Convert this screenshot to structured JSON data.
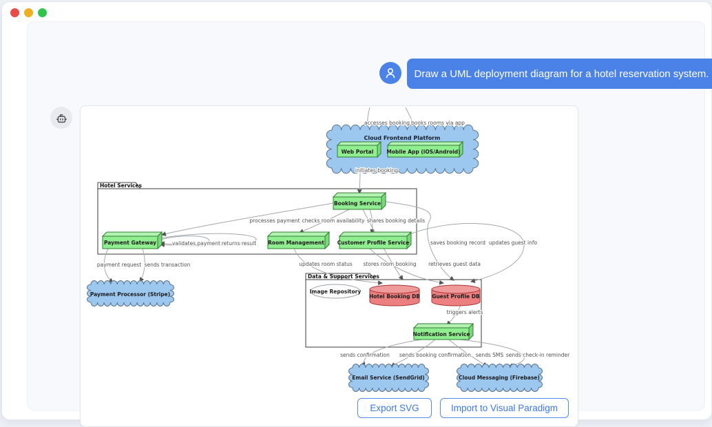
{
  "window": {
    "controls": [
      {
        "name": "close",
        "color": "#e94b47"
      },
      {
        "name": "minimize",
        "color": "#efaf22"
      },
      {
        "name": "zoom",
        "color": "#2fc54c"
      }
    ]
  },
  "chat": {
    "user_message": "Draw a UML deployment diagram for a hotel reservation system.",
    "user_avatar_icon": "person-icon",
    "assistant_avatar_icon": "robot-icon"
  },
  "actions": {
    "export_svg_label": "Export SVG",
    "import_vp_label": "Import to Visual Paradigm"
  },
  "colors": {
    "accent_blue": "#4a82e8",
    "node_green": "#90ee90",
    "node_green_border": "#2f7d31",
    "db_red": "#ec8080",
    "db_border": "#a93232",
    "cloud_blue": "#9cc7ee",
    "cloud_border": "#5d738d",
    "edge_gray": "#a3a7ac"
  },
  "diagram": {
    "type": "uml-deployment-diagram",
    "packages": {
      "hotel_services": {
        "label": "Hotel Services"
      },
      "data_support": {
        "label": "Data & Support Services"
      }
    },
    "nodes": {
      "cloud_frontend": {
        "label": "Cloud Frontend Platform",
        "shape": "cloud"
      },
      "web_portal": {
        "label": "Web Portal",
        "shape": "node3d"
      },
      "mobile_app": {
        "label": "Mobile App (iOS/Android)",
        "shape": "node3d"
      },
      "booking_service": {
        "label": "Booking Service",
        "shape": "node3d"
      },
      "payment_gateway": {
        "label": "Payment Gateway",
        "shape": "node3d"
      },
      "room_management": {
        "label": "Room Management",
        "shape": "node3d"
      },
      "customer_profile": {
        "label": "Customer Profile Service",
        "shape": "node3d"
      },
      "payment_processor": {
        "label": "Payment Processor (Stripe)",
        "shape": "cloud"
      },
      "image_repository": {
        "label": "Image Repository",
        "shape": "ellipse"
      },
      "hotel_booking_db": {
        "label": "Hotel Booking DB",
        "shape": "cylinder"
      },
      "guest_profile_db": {
        "label": "Guest Profile DB",
        "shape": "cylinder"
      },
      "notification_service": {
        "label": "Notification Service",
        "shape": "node3d"
      },
      "email_service": {
        "label": "Email Service (SendGrid)",
        "shape": "cloud"
      },
      "cloud_messaging": {
        "label": "Cloud Messaging (Firebase)",
        "shape": "cloud"
      }
    },
    "edges": [
      {
        "from": "user",
        "to": "web_portal",
        "label": "accesses booking"
      },
      {
        "from": "user",
        "to": "mobile_app",
        "label": "books rooms via app"
      },
      {
        "from": "web_portal",
        "to": "booking_service",
        "label": "initiates booking"
      },
      {
        "from": "booking_service",
        "to": "payment_gateway",
        "label": "processes payment"
      },
      {
        "from": "booking_service",
        "to": "room_management",
        "label": "checks room availability"
      },
      {
        "from": "booking_service",
        "to": "customer_profile",
        "label": "shares booking details"
      },
      {
        "from": "payment_gateway",
        "to": "payment_gateway",
        "label": "validates payment"
      },
      {
        "from": "payment_gateway",
        "to": "payment_gateway",
        "label": "returns result"
      },
      {
        "from": "payment_gateway",
        "to": "payment_processor",
        "label": "payment request"
      },
      {
        "from": "payment_gateway",
        "to": "payment_processor",
        "label": "sends transaction"
      },
      {
        "from": "room_management",
        "to": "hotel_booking_db",
        "label": "updates room status"
      },
      {
        "from": "booking_service",
        "to": "hotel_booking_db",
        "label": "stores room booking"
      },
      {
        "from": "booking_service",
        "to": "guest_profile_db",
        "label": "saves booking record"
      },
      {
        "from": "customer_profile",
        "to": "guest_profile_db",
        "label": "retrieves guest data"
      },
      {
        "from": "customer_profile",
        "to": "guest_profile_db",
        "label": "updates guest info"
      },
      {
        "from": "guest_profile_db",
        "to": "notification_service",
        "label": "triggers alerts"
      },
      {
        "from": "notification_service",
        "to": "email_service",
        "label": "sends confirmation"
      },
      {
        "from": "notification_service",
        "to": "email_service",
        "label": "sends booking confirmation"
      },
      {
        "from": "notification_service",
        "to": "cloud_messaging",
        "label": "sends SMS"
      },
      {
        "from": "notification_service",
        "to": "cloud_messaging",
        "label": "sends check-in reminder"
      }
    ]
  }
}
